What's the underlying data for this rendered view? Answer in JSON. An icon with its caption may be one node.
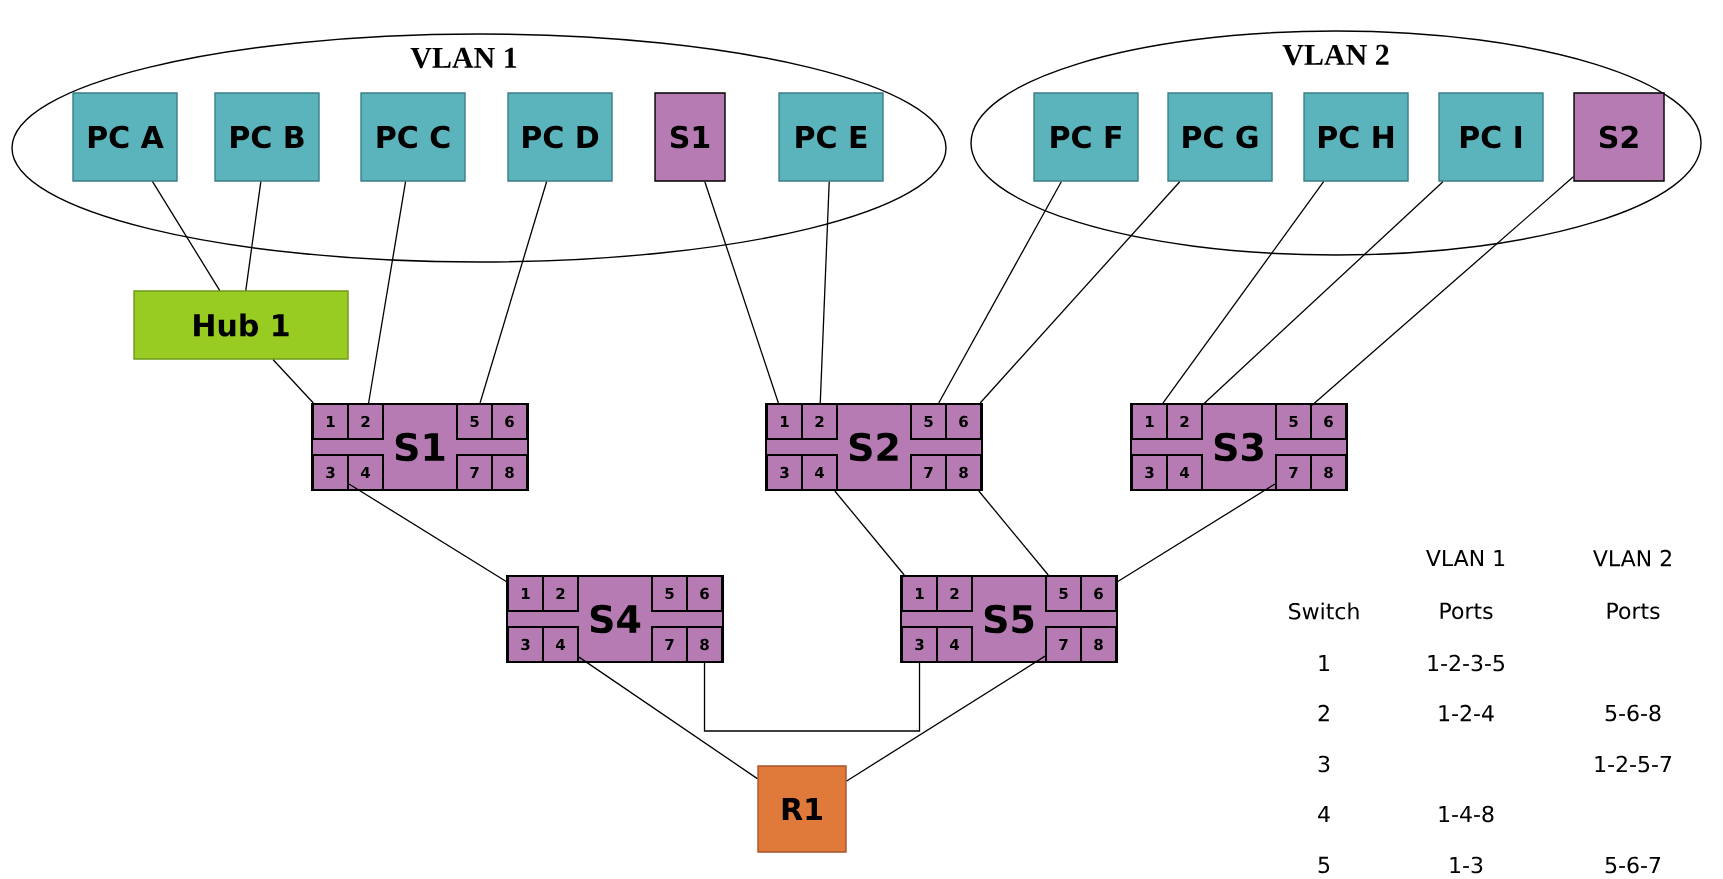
{
  "diagram": {
    "nodes": [
      {
        "text": [
          "VLAN 1"
        ]
      },
      {
        "text": [
          "PC A"
        ],
        "in": 0
      },
      {
        "text": [
          "PC B"
        ],
        "in": 0
      },
      {
        "text": [
          "PC C"
        ],
        "in": 0
      },
      {
        "text": [
          "PC D"
        ],
        "in": 0
      },
      {
        "text": [
          "S1"
        ],
        "in": 0
      },
      {
        "text": [
          "PC E"
        ],
        "in": 0
      },
      {
        "text": [
          "VLAN 2"
        ]
      },
      {
        "text": [
          "PC F"
        ],
        "in": 7
      },
      {
        "text": [
          "PC G"
        ],
        "in": 7
      },
      {
        "text": [
          "PC H"
        ],
        "in": 7
      },
      {
        "text": [
          "PC I"
        ],
        "in": 7
      },
      {
        "text": [
          "S2"
        ],
        "in": 7
      },
      {
        "text": [
          "Hub 1"
        ]
      },
      {
        "text": [
          "S1"
        ]
      },
      {
        "text": [
          "1"
        ],
        "in": 14
      },
      {
        "text": [
          "2"
        ],
        "in": 14
      },
      {
        "text": [
          "3"
        ],
        "in": 14
      },
      {
        "text": [
          "4"
        ],
        "in": 14
      },
      {
        "text": [
          "5"
        ],
        "in": 14
      },
      {
        "text": [
          "6"
        ],
        "in": 14
      },
      {
        "text": [
          "7"
        ],
        "in": 14
      },
      {
        "text": [
          "8"
        ],
        "in": 14
      },
      {
        "text": [
          "S2"
        ]
      },
      {
        "text": [
          "1"
        ],
        "in": 23
      },
      {
        "text": [
          "2"
        ],
        "in": 23
      },
      {
        "text": [
          "3"
        ],
        "in": 23
      },
      {
        "text": [
          "4"
        ],
        "in": 23
      },
      {
        "text": [
          "5"
        ],
        "in": 23
      },
      {
        "text": [
          "6"
        ],
        "in": 23
      },
      {
        "text": [
          "7"
        ],
        "in": 23
      },
      {
        "text": [
          "8"
        ],
        "in": 23
      },
      {
        "text": [
          "S3"
        ]
      },
      {
        "text": [
          "1"
        ],
        "in": 32
      },
      {
        "text": [
          "2"
        ],
        "in": 32
      },
      {
        "text": [
          "3"
        ],
        "in": 32
      },
      {
        "text": [
          "4"
        ],
        "in": 32
      },
      {
        "text": [
          "5"
        ],
        "in": 32
      },
      {
        "text": [
          "6"
        ],
        "in": 32
      },
      {
        "text": [
          "7"
        ],
        "in": 32
      },
      {
        "text": [
          "8"
        ],
        "in": 32
      },
      {
        "text": [
          "S4"
        ]
      },
      {
        "text": [
          "1"
        ],
        "in": 41
      },
      {
        "text": [
          "2"
        ],
        "in": 41
      },
      {
        "text": [
          "3"
        ],
        "in": 41
      },
      {
        "text": [
          "4"
        ],
        "in": 41
      },
      {
        "text": [
          "5"
        ],
        "in": 41
      },
      {
        "text": [
          "6"
        ],
        "in": 41
      },
      {
        "text": [
          "7"
        ],
        "in": 41
      },
      {
        "text": [
          "8"
        ],
        "in": 41
      },
      {
        "text": [
          "S5"
        ]
      },
      {
        "text": [
          "1"
        ],
        "in": 50
      },
      {
        "text": [
          "2"
        ],
        "in": 50
      },
      {
        "text": [
          "3"
        ],
        "in": 50
      },
      {
        "text": [
          "4"
        ],
        "in": 50
      },
      {
        "text": [
          "5"
        ],
        "in": 50
      },
      {
        "text": [
          "6"
        ],
        "in": 50
      },
      {
        "text": [
          "7"
        ],
        "in": 50
      },
      {
        "text": [
          "8"
        ],
        "in": 50
      },
      {
        "text": [
          "R1"
        ]
      }
    ],
    "edges": [
      {
        "from": 1,
        "to": 13,
        "arrow": "none"
      },
      {
        "from": 2,
        "to": 13,
        "arrow": "none"
      },
      {
        "from": 13,
        "to": 15,
        "arrow": "none"
      },
      {
        "from": 3,
        "to": 16,
        "arrow": "none"
      },
      {
        "from": 4,
        "to": 19,
        "arrow": "none"
      },
      {
        "from": 5,
        "to": 24,
        "arrow": "none"
      },
      {
        "from": 6,
        "to": 25,
        "arrow": "none"
      },
      {
        "from": 8,
        "to": 28,
        "arrow": "none"
      },
      {
        "from": 9,
        "to": 29,
        "arrow": "none"
      },
      {
        "from": 10,
        "to": 33,
        "arrow": "none"
      },
      {
        "from": 11,
        "to": 34,
        "arrow": "none"
      },
      {
        "from": 12,
        "to": 37,
        "arrow": "none"
      },
      {
        "from": 17,
        "to": 42,
        "arrow": "none"
      },
      {
        "from": 27,
        "to": 51,
        "arrow": "none"
      },
      {
        "from": 31,
        "to": 55,
        "arrow": "none"
      },
      {
        "from": 39,
        "to": 56,
        "arrow": "none"
      },
      {
        "from": 49,
        "to": 53,
        "arrow": "none"
      },
      {
        "from": 45,
        "to": 59,
        "arrow": "none"
      },
      {
        "from": 57,
        "to": 59,
        "arrow": "none"
      }
    ],
    "labels": [
      "VLAN 1",
      "VLAN 2",
      "Switch",
      "Ports",
      "Ports",
      "1",
      "1-2-3-5",
      "2",
      "1-2-4",
      "5-6-8",
      "3",
      "1-2-5-7",
      "4",
      "1-4-8",
      "5",
      "1-3",
      "5-6-7"
    ]
  }
}
